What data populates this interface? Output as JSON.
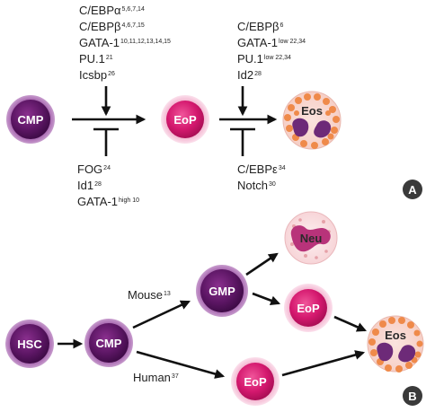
{
  "panels": [
    "A",
    "B"
  ],
  "panel_a": {
    "cells": {
      "cmp": "CMP",
      "eop": "EoP",
      "eos": "Eos"
    },
    "left_promoters": [
      {
        "text": "C/EBPα",
        "sup": "5,6,7,14"
      },
      {
        "text": "C/EBPβ",
        "sup": "4,6,7,15"
      },
      {
        "text": "GATA-1",
        "sup": "10,11,12,13,14,15"
      },
      {
        "text": "PU.1",
        "sup": "21"
      },
      {
        "text": "Icsbp",
        "sup": "26"
      }
    ],
    "left_inhibitors": [
      {
        "text": "FOG",
        "sup": "24"
      },
      {
        "text": "Id1",
        "sup": "28"
      },
      {
        "text": "GATA-1",
        "sup": "high 10"
      }
    ],
    "right_promoters": [
      {
        "text": "C/EBPβ",
        "sup": "6"
      },
      {
        "text": "GATA-1",
        "sup": "low 22,34"
      },
      {
        "text": "PU.1",
        "sup": "low 22,34"
      },
      {
        "text": "Id2",
        "sup": "28"
      }
    ],
    "right_inhibitors": [
      {
        "text": "C/EBPε",
        "sup": "34"
      },
      {
        "text": "Notch",
        "sup": "30"
      }
    ]
  },
  "panel_b": {
    "cells": {
      "hsc": "HSC",
      "cmp": "CMP",
      "gmp": "GMP",
      "neu": "Neu",
      "eop_top": "EoP",
      "eop_bottom": "EoP",
      "eos": "Eos"
    },
    "mouse_label": {
      "text": "Mouse",
      "sup": "13"
    },
    "human_label": {
      "text": "Human",
      "sup": "37"
    }
  }
}
